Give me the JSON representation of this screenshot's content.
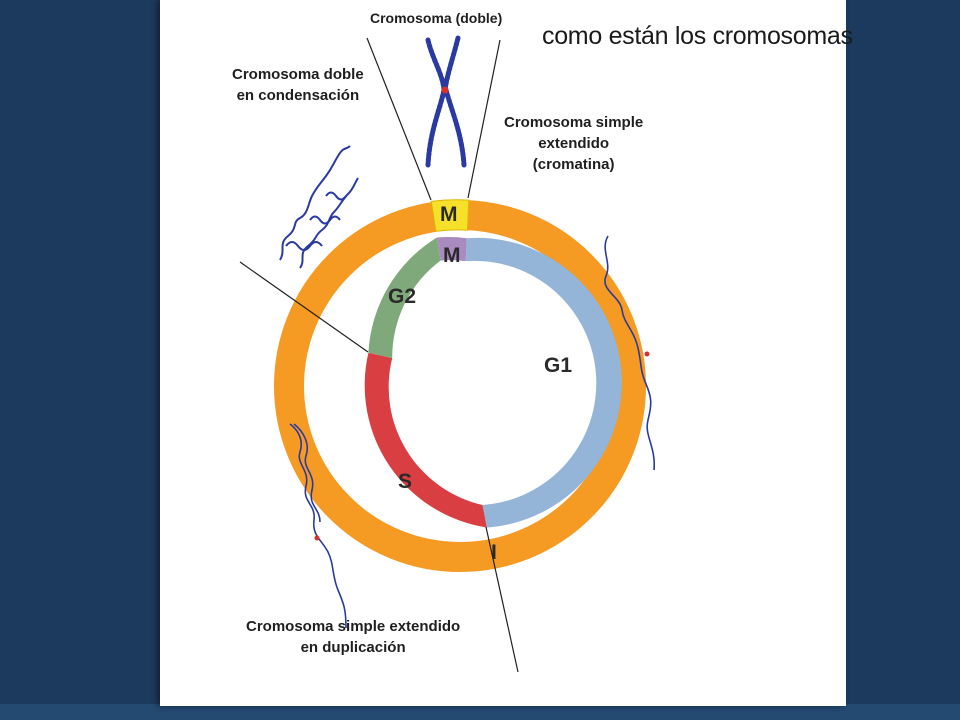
{
  "slide": {
    "title": "como están los cromosomas"
  },
  "labels": {
    "double_chromosome": "Cromosoma (doble)",
    "double_condensing": [
      "Cromosoma doble",
      "en condensación"
    ],
    "simple_extended": [
      "Cromosoma simple",
      "extendido",
      "(cromatina)"
    ],
    "simple_duplicating": [
      "Cromosoma simple extendido",
      "en duplicación"
    ]
  },
  "cycle": {
    "outer_ring": {
      "phases": [
        {
          "name": "M",
          "color": "#f7e02a"
        },
        {
          "name": "I",
          "color": "#f59a23"
        }
      ]
    },
    "inner_ring": {
      "phases": [
        {
          "name": "M",
          "color": "#a98bbf"
        },
        {
          "name": "G1",
          "color": "#94b4d8"
        },
        {
          "name": "S",
          "color": "#d93f42"
        },
        {
          "name": "G2",
          "color": "#7fa97a"
        }
      ]
    }
  },
  "colors": {
    "chromosome": "#2b3aa0",
    "centromere": "#d8302c",
    "background": "#1c3a5e"
  }
}
